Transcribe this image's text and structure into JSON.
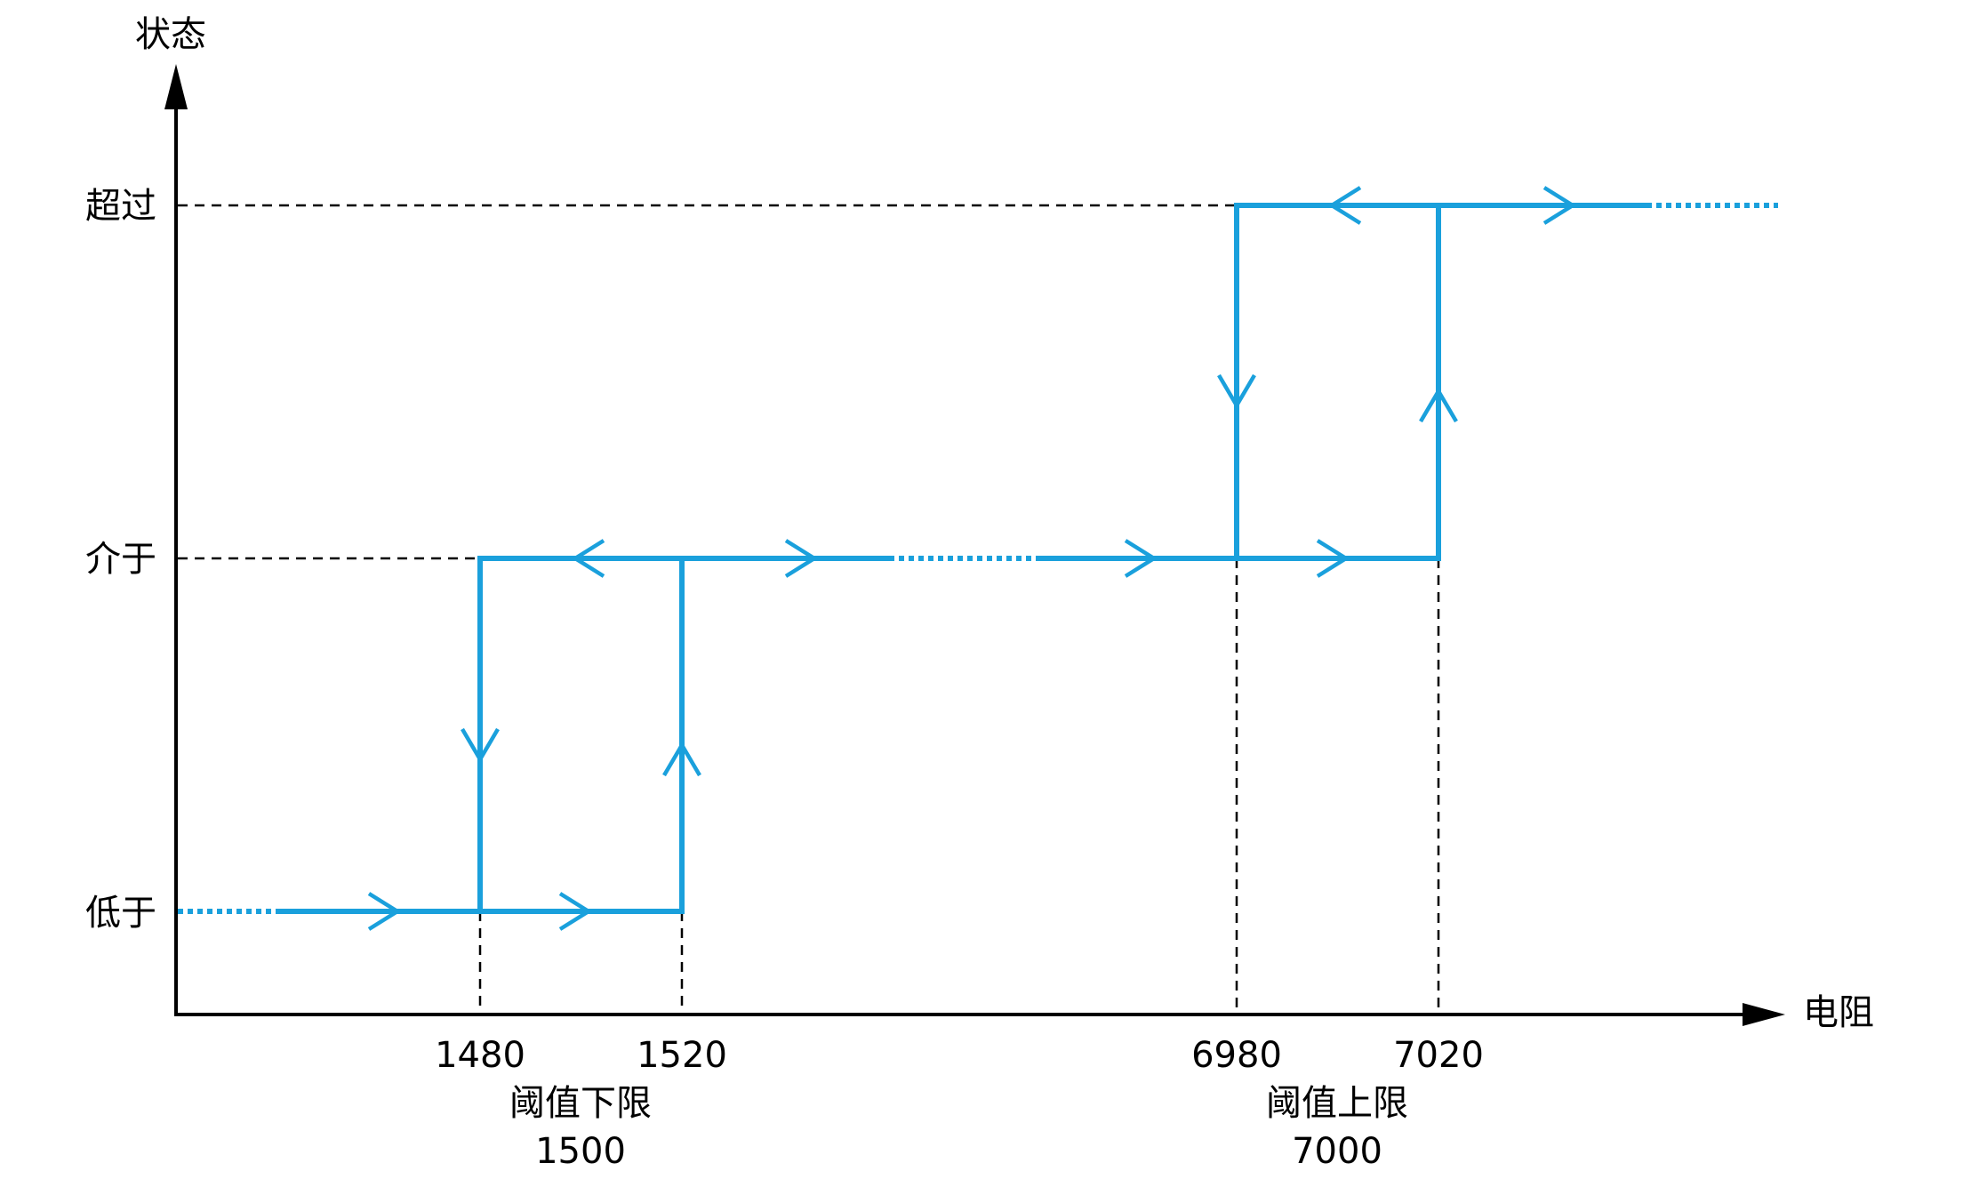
{
  "axes": {
    "y_title": "状态",
    "x_title": "电阻"
  },
  "states": {
    "high": "超过",
    "middle": "介于",
    "low": "低于"
  },
  "ticks": {
    "t1480": "1480",
    "t1520": "1520",
    "t6980": "6980",
    "t7020": "7020"
  },
  "thresholds": {
    "lower": {
      "label": "阈值下限",
      "value": "1500"
    },
    "upper": {
      "label": "阈值上限",
      "value": "7000"
    }
  },
  "colors": {
    "path": "#1aa0dc",
    "axis": "#000000"
  }
}
